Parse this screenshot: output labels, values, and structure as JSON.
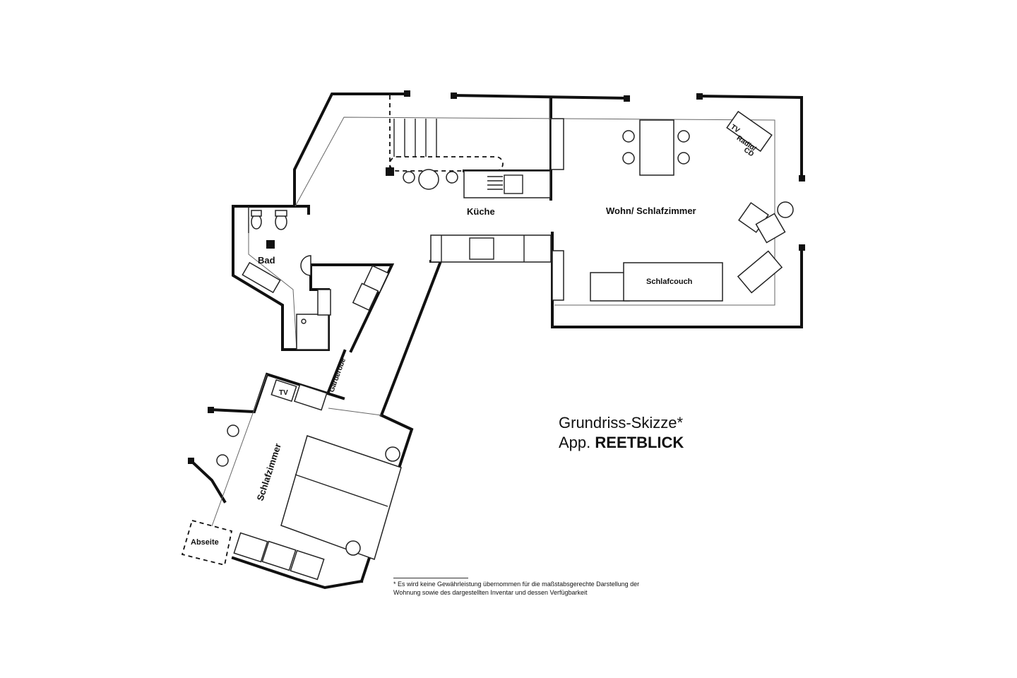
{
  "rooms": {
    "kitchen": "Küche",
    "living": "Wohn/ Schlafzimmer",
    "bath": "Bad",
    "bedroom": "Schlafzimmer",
    "wardrobe": "Garderobe",
    "attic": "Abseite"
  },
  "furniture": {
    "sofa_bed": "Schlafcouch",
    "tv_bedroom": "TV",
    "media_tv": "TV",
    "media_radio": "Radio/",
    "media_cd": "CD"
  },
  "title": {
    "line1": "Grundriss-Skizze*",
    "line2_prefix": "App.",
    "line2_name": "REETBLICK"
  },
  "footnote": {
    "line1": "* Es wird keine Gewährleistung übernommen für die maßstabsgerechte Darstellung der",
    "line2": "Wohnung sowie des dargestellten Inventar und dessen Verfügbarkeit"
  }
}
